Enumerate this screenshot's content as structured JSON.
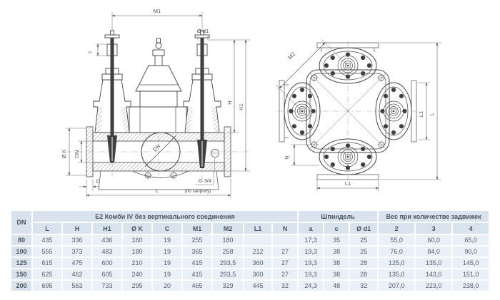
{
  "colors": {
    "table_header_bg": "#d9e3ee",
    "table_cell_bg": "#e9f0f7",
    "table_dn_col_bg": "#d9e3ee",
    "table_text": "#4d5863",
    "drawing_line": "#454545"
  },
  "drawing": {
    "front": {
      "m1": "M1",
      "d1": "Ø d1",
      "c_small": "c",
      "h": "H",
      "h1": "H1",
      "k": "Ø K",
      "dn_dim": "DN",
      "dn_bore": "DN",
      "c_flange": "C",
      "g": "G 3/4",
      "l": "L",
      "note": "(по запросу)"
    },
    "top": {
      "m2": "M2",
      "n": "N",
      "l1_bottom": "L1",
      "l1_side": "L1",
      "l_side": "L"
    }
  },
  "table": {
    "col_dn": "DN",
    "groups": [
      {
        "label": "Е2 Комби IV без вертикального соединения",
        "span": 9
      },
      {
        "label": "Шпиндель",
        "span": 3
      },
      {
        "label": "Вес при количестве задвижек",
        "span": 3
      }
    ],
    "columns": [
      "L",
      "H",
      "H1",
      "Ø K",
      "C",
      "M1",
      "M2",
      "L1",
      "N",
      "a",
      "c",
      "Ø d1",
      "2",
      "3",
      "4"
    ],
    "rows": [
      {
        "dn": "80",
        "values": [
          "435",
          "336",
          "436",
          "160",
          "19",
          "255",
          "180",
          "",
          "",
          "17,3",
          "35",
          "25",
          "55,0",
          "60,0",
          "65,0"
        ]
      },
      {
        "dn": "100",
        "values": [
          "555",
          "373",
          "483",
          "180",
          "19",
          "365",
          "258",
          "212",
          "27",
          "19,3",
          "38",
          "25",
          "76,0",
          "84,0",
          "90,0"
        ]
      },
      {
        "dn": "125",
        "values": [
          "615",
          "475",
          "600",
          "210",
          "19",
          "415",
          "293,5",
          "360",
          "27",
          "19,3",
          "38",
          "28",
          "125,0",
          "135,0",
          "145,0"
        ]
      },
      {
        "dn": "150",
        "values": [
          "625",
          "462",
          "605",
          "240",
          "19",
          "415",
          "293,5",
          "360",
          "27",
          "19,3",
          "38",
          "28",
          "135,0",
          "143,0",
          "151,0"
        ]
      },
      {
        "dn": "200",
        "values": [
          "695",
          "563",
          "733",
          "295",
          "20",
          "465",
          "329",
          "445",
          "32",
          "24,3",
          "48",
          "32",
          "207,0",
          "223,0",
          "238,0"
        ]
      }
    ]
  }
}
